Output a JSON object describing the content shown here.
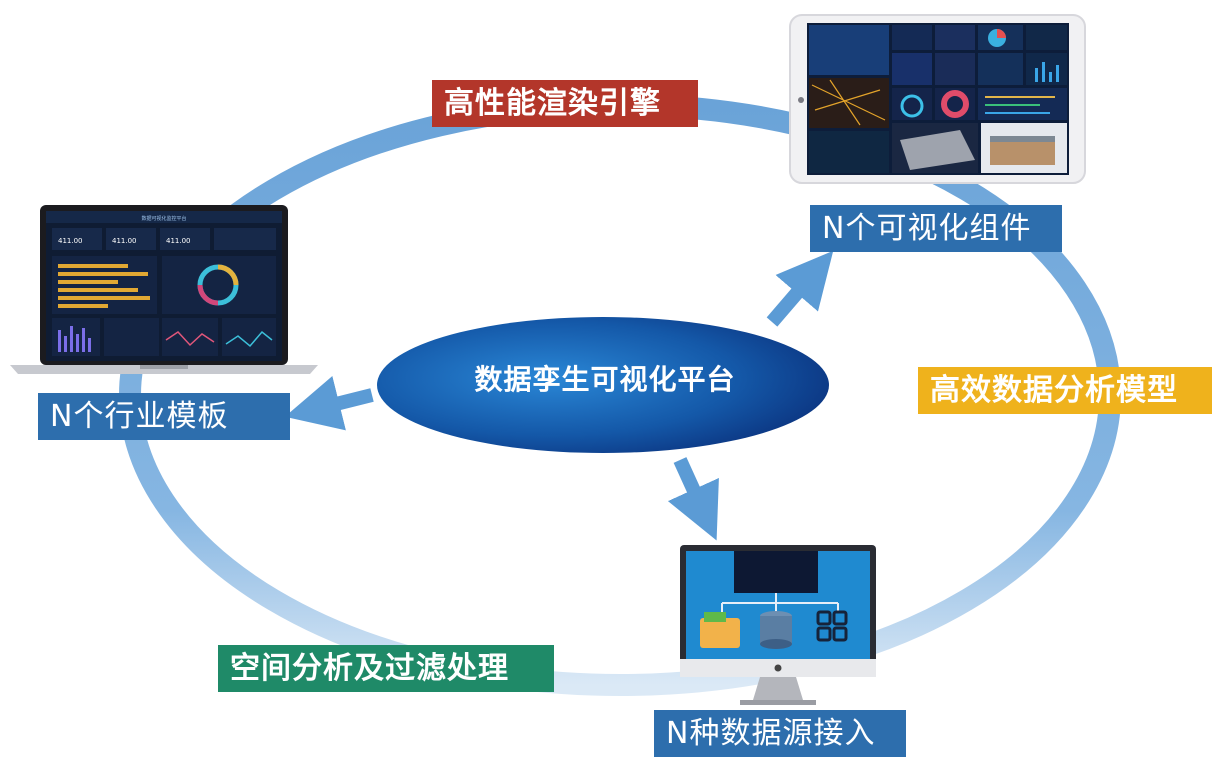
{
  "center": {
    "title": "数据孪生可视化平台"
  },
  "labels": {
    "engine": "高性能渲染引擎",
    "components": "N个可视化组件",
    "templates": "N个行业模板",
    "models": "高效数据分析模型",
    "spatial": "空间分析及过滤处理",
    "sources": "N种数据源接入"
  },
  "laptop": {
    "dashboard_title": "数据可视化监控平台",
    "stats": [
      "411.00",
      "411.00",
      "411.00"
    ]
  },
  "colors": {
    "ring": "#6fa7d9",
    "ellipse_dark": "#0c3b8a",
    "ellipse_light": "#1f73c4",
    "label_blue": "#2d6ead",
    "label_red": "#b3362a",
    "label_yellow": "#efb21c",
    "label_green": "#1f8a68",
    "arrow": "#5b9bd5"
  }
}
